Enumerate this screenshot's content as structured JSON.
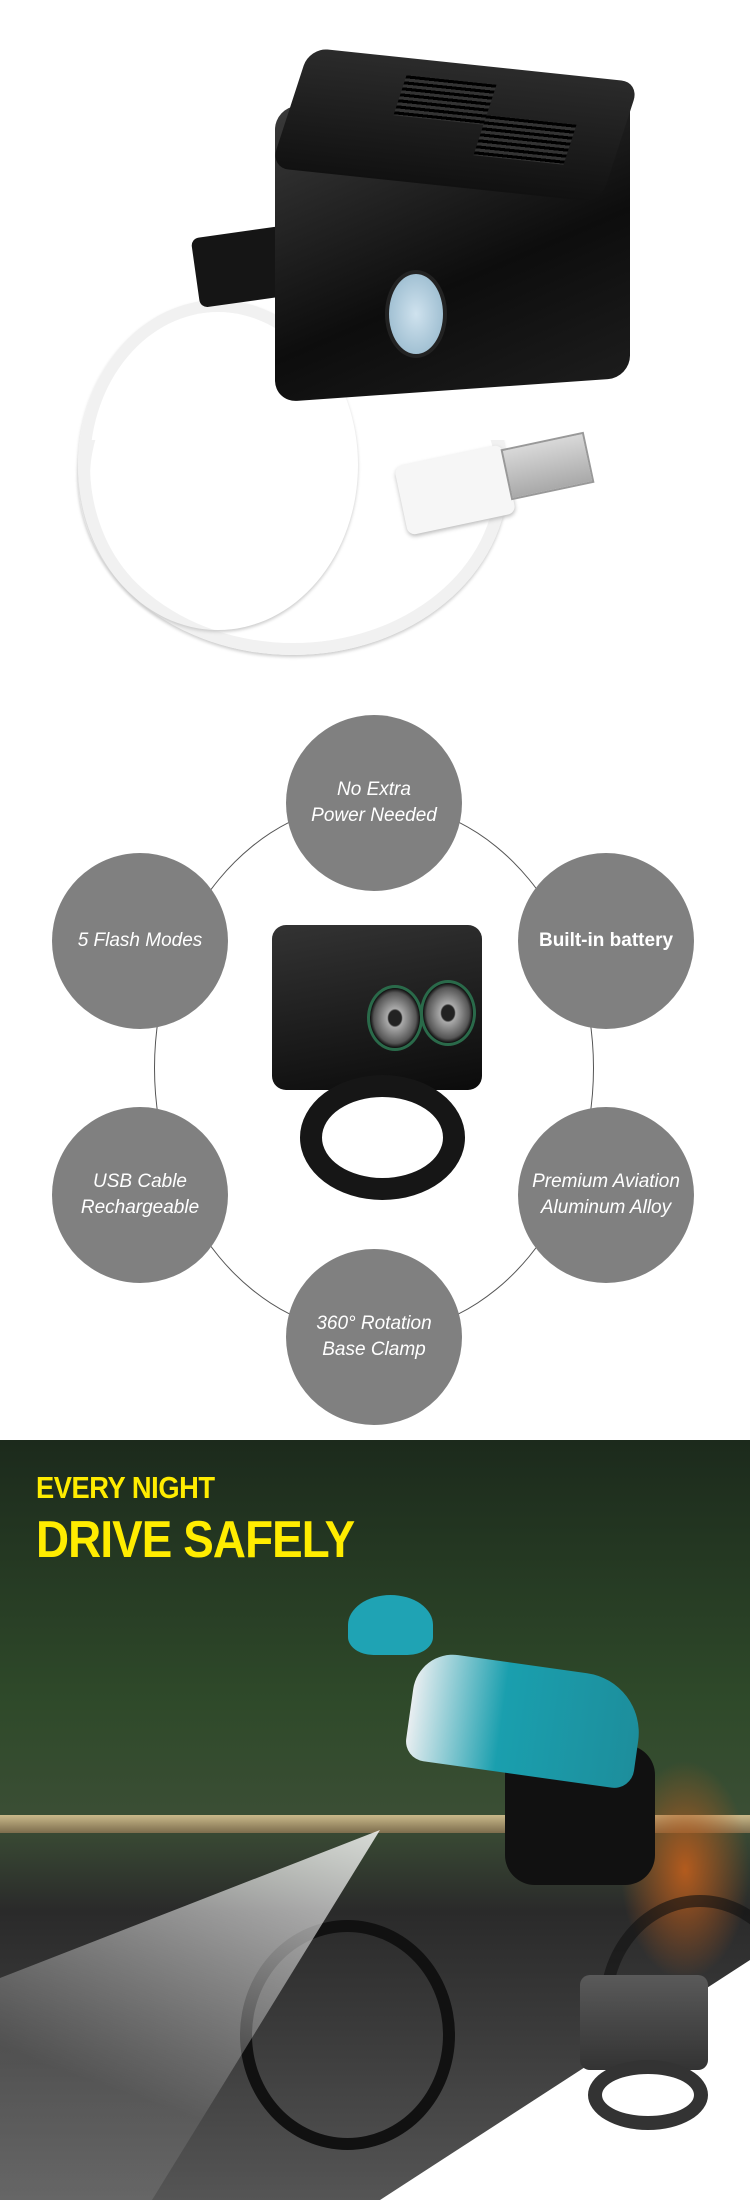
{
  "features": [
    {
      "label_line1": "No Extra",
      "label_line2": "Power Needed"
    },
    {
      "label_line1": "Built-in battery",
      "label_line2": ""
    },
    {
      "label_line1": "5 Flash Modes",
      "label_line2": ""
    },
    {
      "label_line1": "USB Cable",
      "label_line2": "Rechargeable"
    },
    {
      "label_line1": "Premium Aviation",
      "label_line2": "Aluminum Alloy"
    },
    {
      "label_line1": "360° Rotation",
      "label_line2": "Base Clamp"
    }
  ],
  "banner": {
    "headline_small": "EVERY NIGHT",
    "headline_large": "DRIVE SAFELY",
    "accent_color": "#ffec00"
  },
  "colors": {
    "feature_circle": "#808080"
  }
}
